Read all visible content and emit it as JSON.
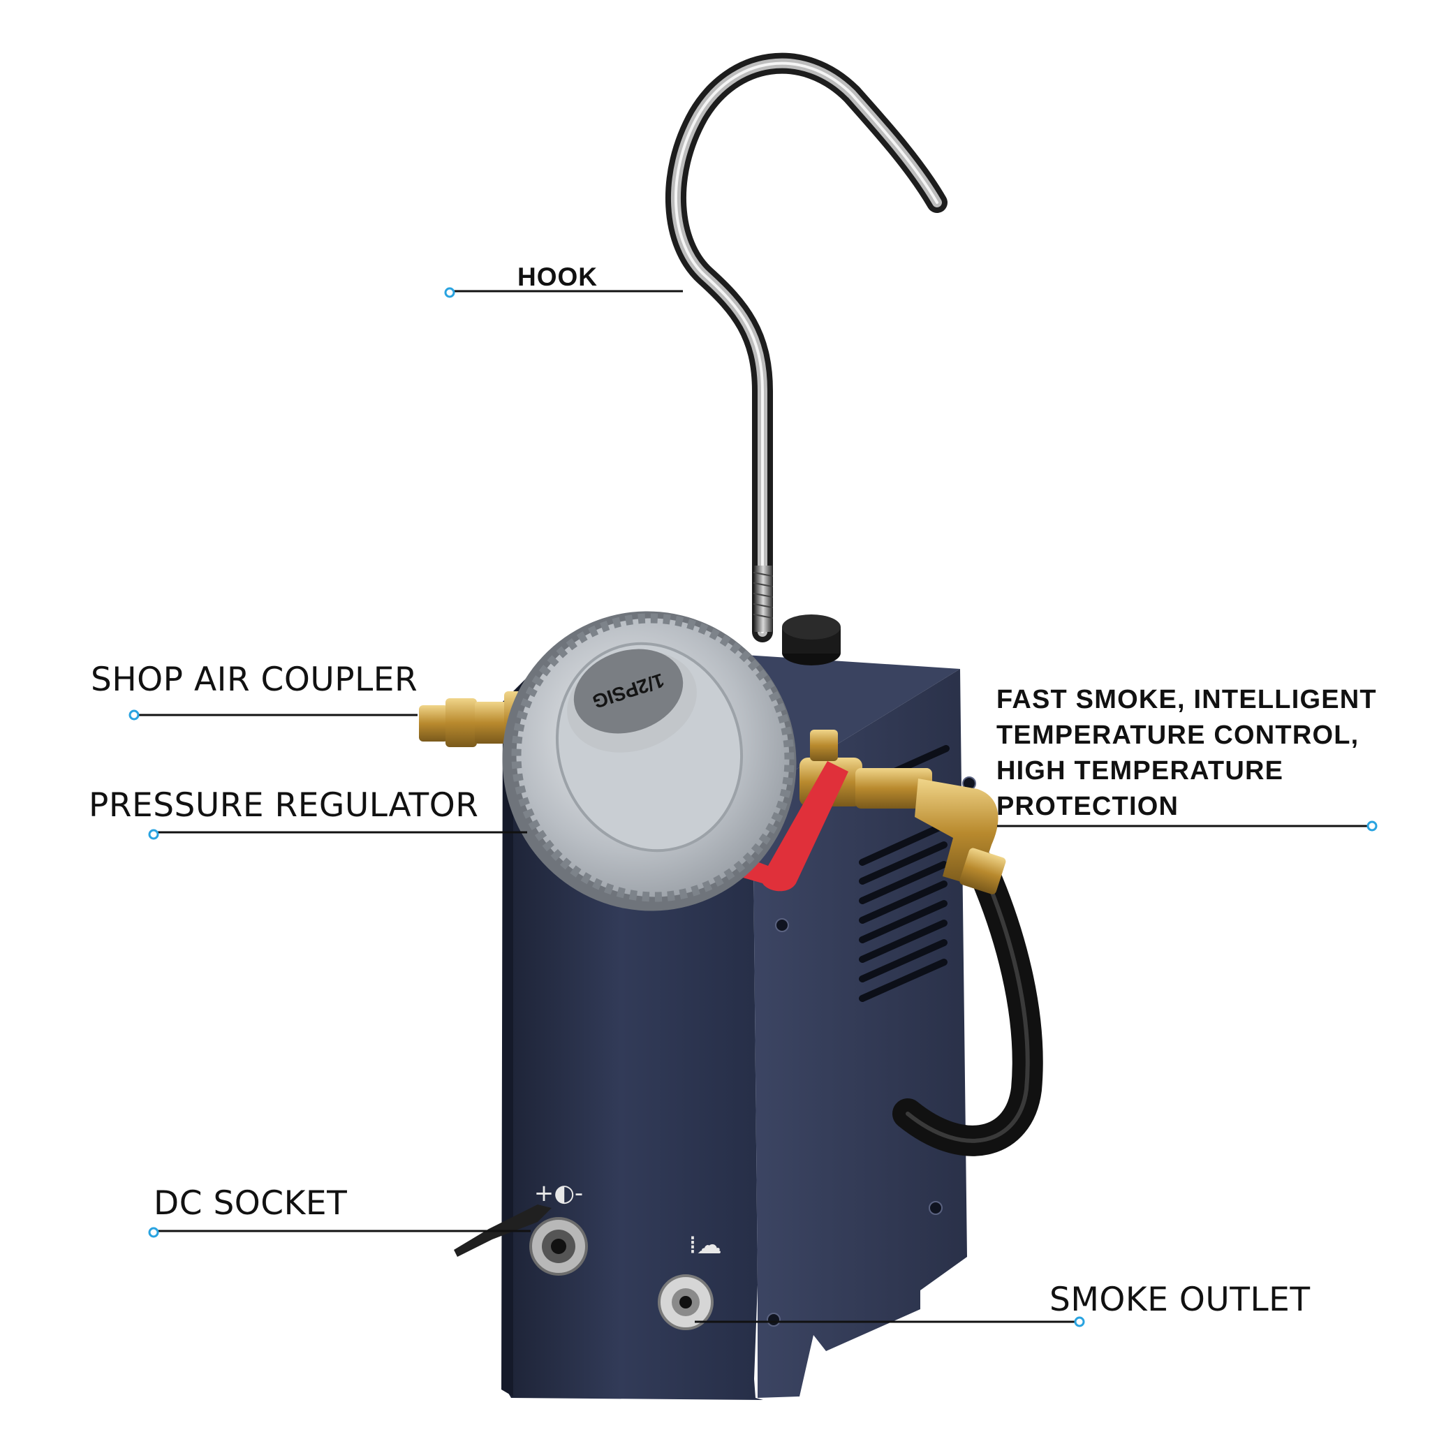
{
  "callouts": {
    "hook": "HOOK",
    "shop_air_coupler": "SHOP AIR COUPLER",
    "pressure_regulator": "PRESSURE REGULATOR",
    "dc_socket": "DC SOCKET",
    "smoke_outlet": "SMOKE OUTLET",
    "features": [
      "FAST SMOKE,  INTELLIGENT",
      "TEMPERATURE  CONTROL,",
      "HIGH TEMPERATURE",
      "PROTECTION"
    ]
  },
  "dial": {
    "label": "1/2PSIG"
  },
  "colors": {
    "callout_dot": "#29a3e0",
    "leader_line": "#111111",
    "housing": "#2c3550",
    "brass": "#c49a3a",
    "valve_handle": "#e0303a",
    "regulator": "#c4c8cc"
  }
}
